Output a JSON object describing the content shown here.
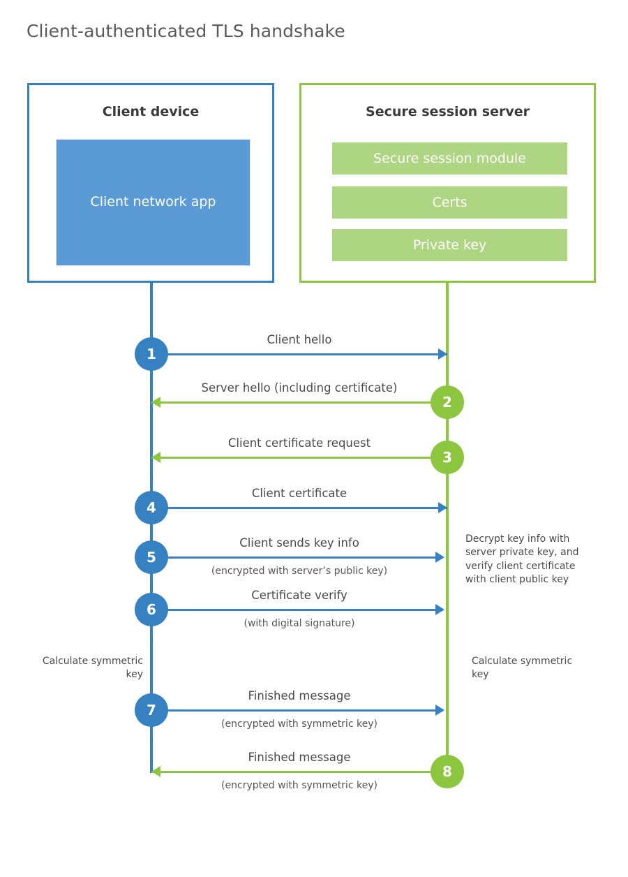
{
  "diagram": {
    "title": "Client-authenticated TLS handshake",
    "type": "sequence-diagram",
    "colors": {
      "client_blue": "#3581c2",
      "client_app_blue": "#5b9bd5",
      "server_green": "#8cc63e",
      "server_bar_green": "#aed581",
      "title_text": "#5a5a5a",
      "body_text": "#4a4a4a"
    }
  },
  "actors": {
    "client": {
      "title": "Client device",
      "blocks": [
        {
          "label": "Client network app"
        }
      ]
    },
    "server": {
      "title": "Secure session server",
      "blocks": [
        {
          "label": "Secure session module"
        },
        {
          "label": "Certs"
        },
        {
          "label": "Private key"
        }
      ]
    }
  },
  "messages": [
    {
      "step": "1",
      "label": "Client hello",
      "sub": "",
      "direction": "client-to-server",
      "color": "blue"
    },
    {
      "step": "2",
      "label": "Server hello (including certificate)",
      "sub": "",
      "direction": "server-to-client",
      "color": "green"
    },
    {
      "step": "3",
      "label": "Client certificate request",
      "sub": "",
      "direction": "server-to-client",
      "color": "green"
    },
    {
      "step": "4",
      "label": "Client certificate",
      "sub": "",
      "direction": "client-to-server",
      "color": "blue"
    },
    {
      "step": "5",
      "label": "Client sends key info",
      "sub": "(encrypted with server’s public key)",
      "direction": "client-to-server",
      "color": "blue"
    },
    {
      "step": "6",
      "label": "Certificate verify",
      "sub": "(with digital signature)",
      "direction": "client-to-server",
      "color": "blue"
    },
    {
      "step": "7",
      "label": "Finished message",
      "sub": "(encrypted with symmetric key)",
      "direction": "client-to-server",
      "color": "blue"
    },
    {
      "step": "8",
      "label": "Finished message",
      "sub": "(encrypted with symmetric key)",
      "direction": "server-to-client",
      "color": "green"
    }
  ],
  "annotations": {
    "server_decrypt": "Decrypt key info with server private key, and verify client certificate with client public key",
    "client_calculate": "Calculate symmetric key",
    "server_calculate": "Calculate symmetric key"
  }
}
